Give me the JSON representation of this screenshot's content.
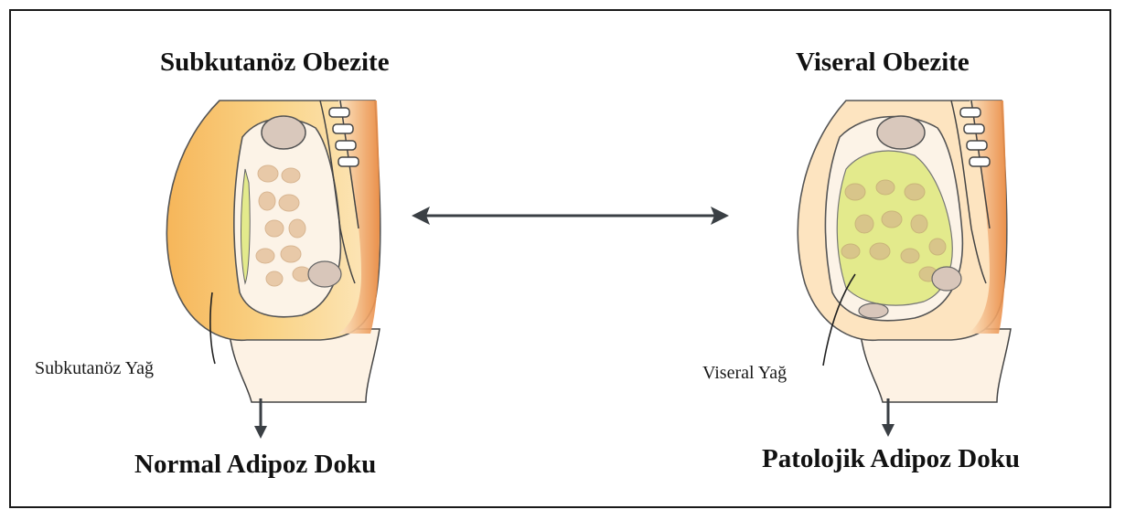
{
  "left_panel": {
    "title": "Subkutanöz Obezite",
    "fat_label": "Subkutanöz Yağ",
    "result": "Normal Adipoz Doku"
  },
  "right_panel": {
    "title": "Viseral Obezite",
    "fat_label": "Viseral Yağ",
    "result": "Patolojik Adipoz Doku"
  },
  "colors": {
    "subcutaneous_fat": "#f9c96b",
    "visceral_fat": "#e3ea8c",
    "fat_nodule": "#e8c9a8",
    "skin_edge": "#e88a45",
    "arrow": "#3a3f44"
  }
}
